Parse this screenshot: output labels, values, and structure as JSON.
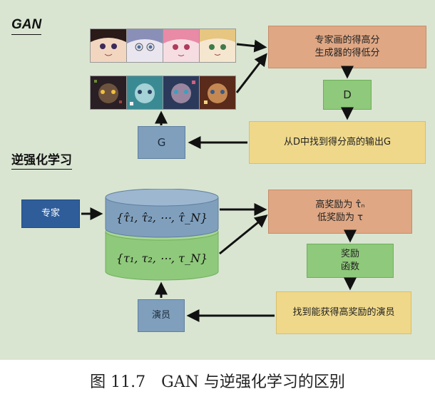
{
  "gan": {
    "title": "GAN",
    "expert_box": "专家画的得高分\n生成器的得低分",
    "d_box": "D",
    "find_box": "从D中找到得分高的输出G",
    "g_box": "G",
    "real_images": [
      "anime-face-1",
      "anime-face-2",
      "anime-face-3",
      "anime-face-4"
    ],
    "fake_images": [
      "noisy-face-1",
      "noisy-face-2",
      "noisy-face-3",
      "noisy-face-4"
    ]
  },
  "irl": {
    "title": "逆强化学习",
    "expert_box": "专家",
    "expert_traj": "{τ̂₁, τ̂₂, ⋯, τ̂_N}",
    "actor_traj": "{τ₁, τ₂, ⋯, τ_N}",
    "reward_box_line1": "高奖励为 τ̂ₙ",
    "reward_box_line2": "低奖励为 τ",
    "reward_func_box": "奖励\n函数",
    "find_actor_box": "找到能获得高奖励的演员",
    "actor_box": "演员"
  },
  "caption": "图 11.7　GAN 与逆强化学习的区别",
  "colors": {
    "background": "#d9e5d1",
    "orange": "#dfa784",
    "green": "#8fc97b",
    "yellow": "#efd88a",
    "blue": "#7f9fbd",
    "blue_dark": "#2f5d9a"
  }
}
